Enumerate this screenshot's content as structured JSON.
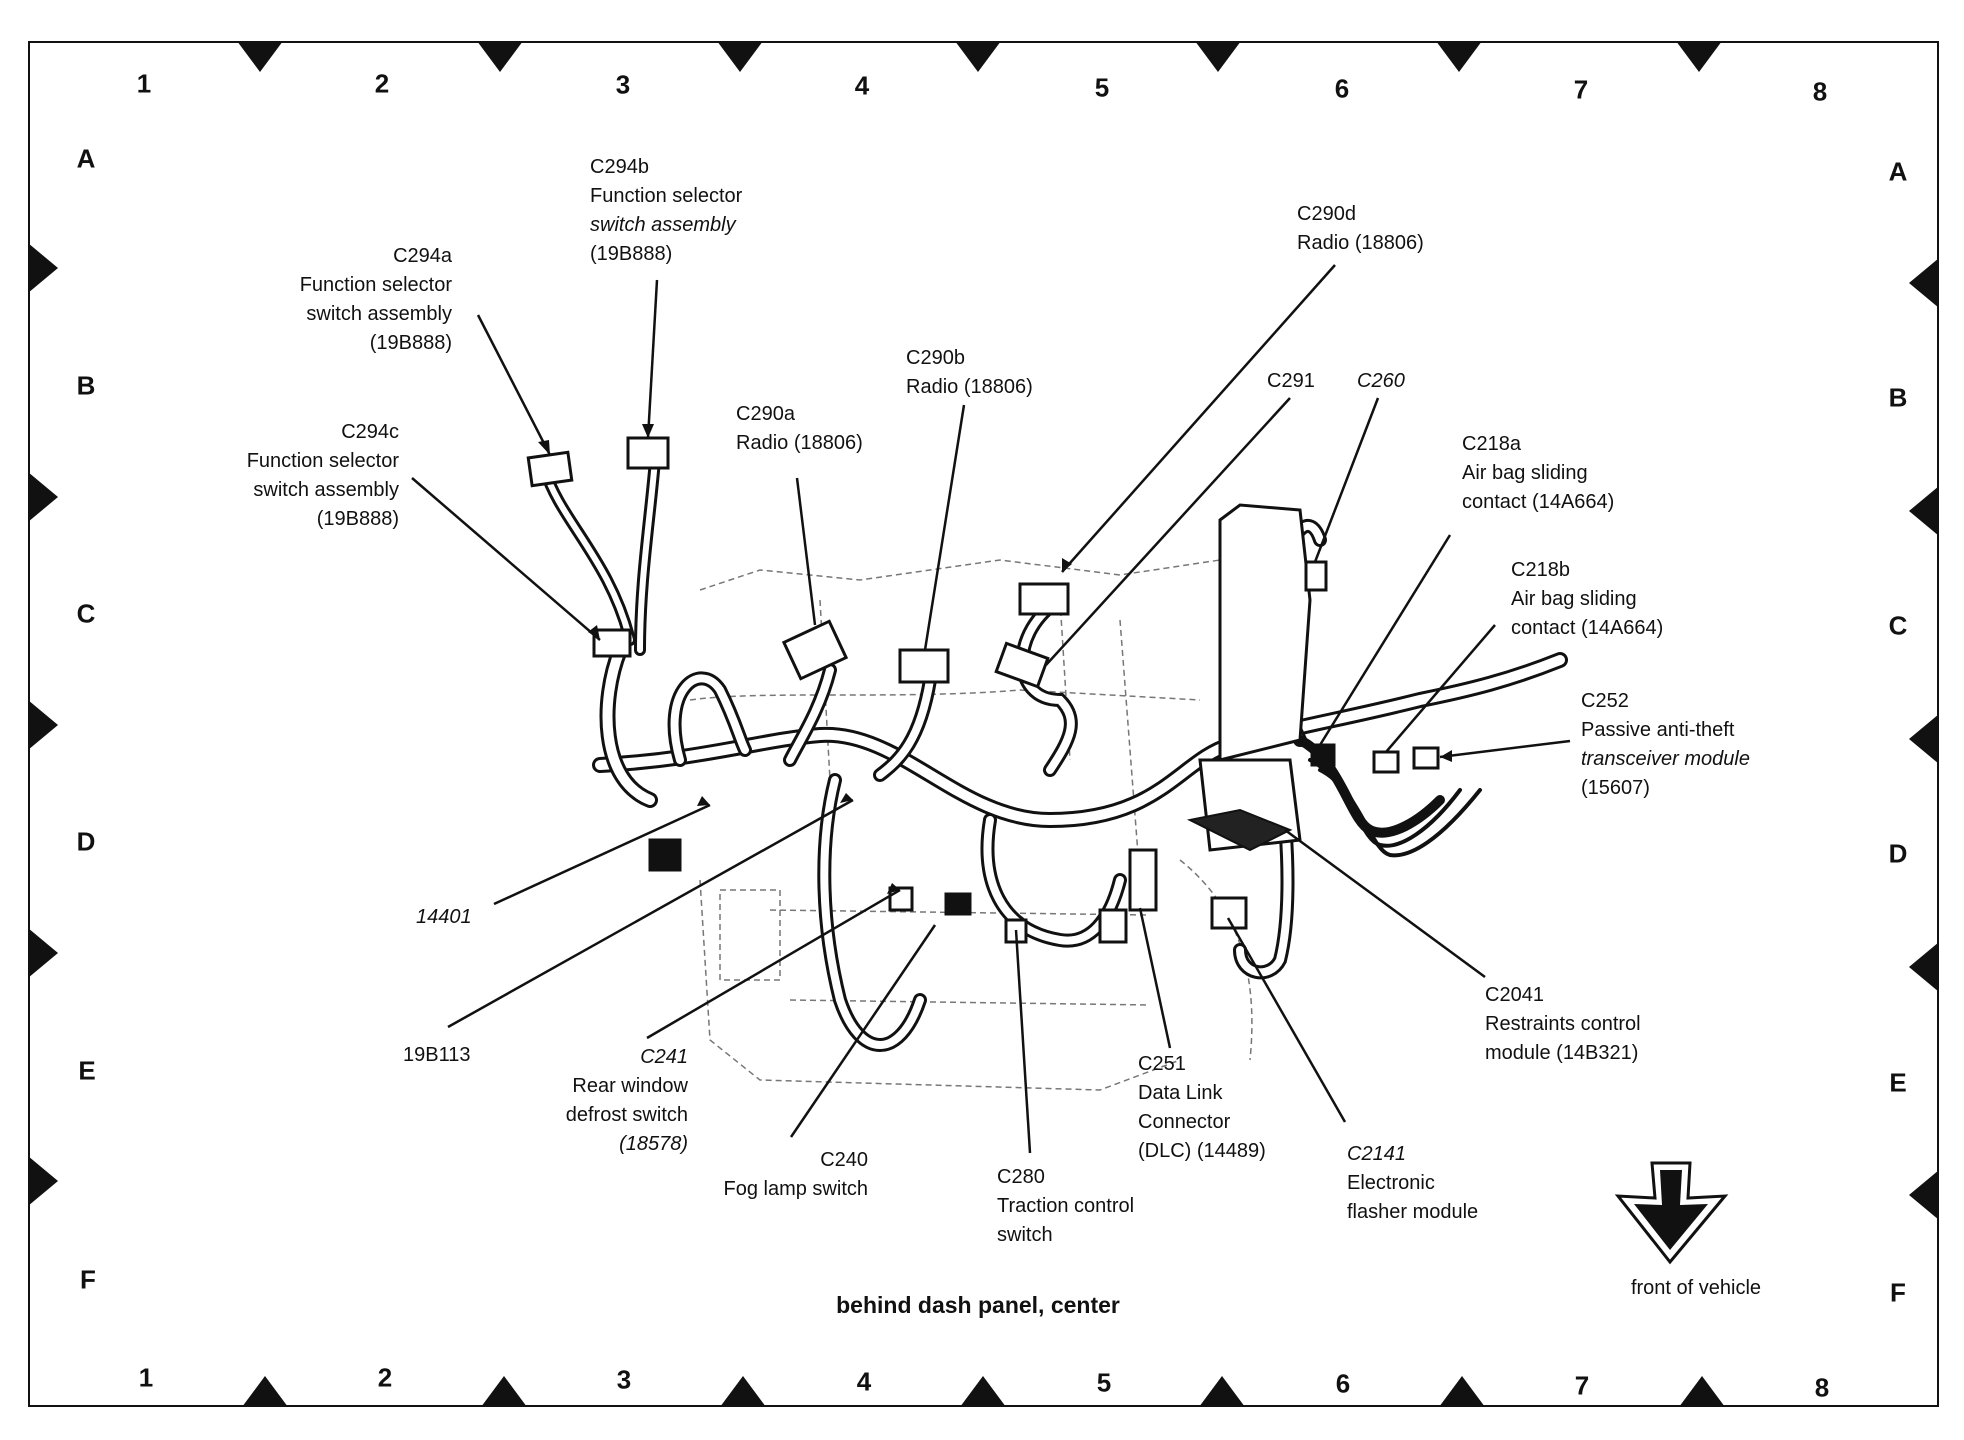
{
  "diagram": {
    "caption": "behind dash panel, center",
    "orientation_label": "front of vehicle",
    "orientation_icon": "down-arrow-icon",
    "grid": {
      "columns": [
        "1",
        "2",
        "3",
        "4",
        "5",
        "6",
        "7",
        "8"
      ],
      "rows": [
        "A",
        "B",
        "C",
        "D",
        "E",
        "F"
      ]
    },
    "callouts": [
      {
        "key": "c294a",
        "id": "C294a",
        "lines": [
          "Function selector",
          "switch assembly",
          "(19B888)"
        ]
      },
      {
        "key": "c294b",
        "id": "C294b",
        "lines": [
          "Function selector",
          "switch assembly",
          "(19B888)"
        ]
      },
      {
        "key": "c294c",
        "id": "C294c",
        "lines": [
          "Function selector",
          "switch assembly",
          "(19B888)"
        ]
      },
      {
        "key": "c290a",
        "id": "C290a",
        "lines": [
          "Radio (18806)"
        ]
      },
      {
        "key": "c290b",
        "id": "C290b",
        "lines": [
          "Radio (18806)"
        ]
      },
      {
        "key": "c290d",
        "id": "C290d",
        "lines": [
          "Radio (18806)"
        ]
      },
      {
        "key": "c291",
        "id": "C291",
        "lines": []
      },
      {
        "key": "c260",
        "id": "C260",
        "lines": []
      },
      {
        "key": "c218a",
        "id": "C218a",
        "lines": [
          "Air bag sliding",
          "contact (14A664)"
        ]
      },
      {
        "key": "c218b",
        "id": "C218b",
        "lines": [
          "Air bag sliding",
          "contact (14A664)"
        ]
      },
      {
        "key": "c252",
        "id": "C252",
        "lines": [
          "Passive anti-theft",
          "transceiver module",
          "(15607)"
        ]
      },
      {
        "key": "h14401",
        "id": "14401",
        "lines": []
      },
      {
        "key": "h19b113",
        "id": "19B113",
        "lines": []
      },
      {
        "key": "c241",
        "id": "C241",
        "lines": [
          "Rear window",
          "defrost switch",
          "(18578)"
        ]
      },
      {
        "key": "c240",
        "id": "C240",
        "lines": [
          "Fog lamp switch"
        ]
      },
      {
        "key": "c280",
        "id": "C280",
        "lines": [
          "Traction control",
          "switch"
        ]
      },
      {
        "key": "c251",
        "id": "C251",
        "lines": [
          "Data Link",
          "Connector",
          "(DLC) (14489)"
        ]
      },
      {
        "key": "c2141",
        "id": "C2141",
        "lines": [
          "Electronic",
          "flasher module"
        ]
      },
      {
        "key": "c2041",
        "id": "C2041",
        "lines": [
          "Restraints control",
          "module (14B321)"
        ]
      }
    ]
  }
}
